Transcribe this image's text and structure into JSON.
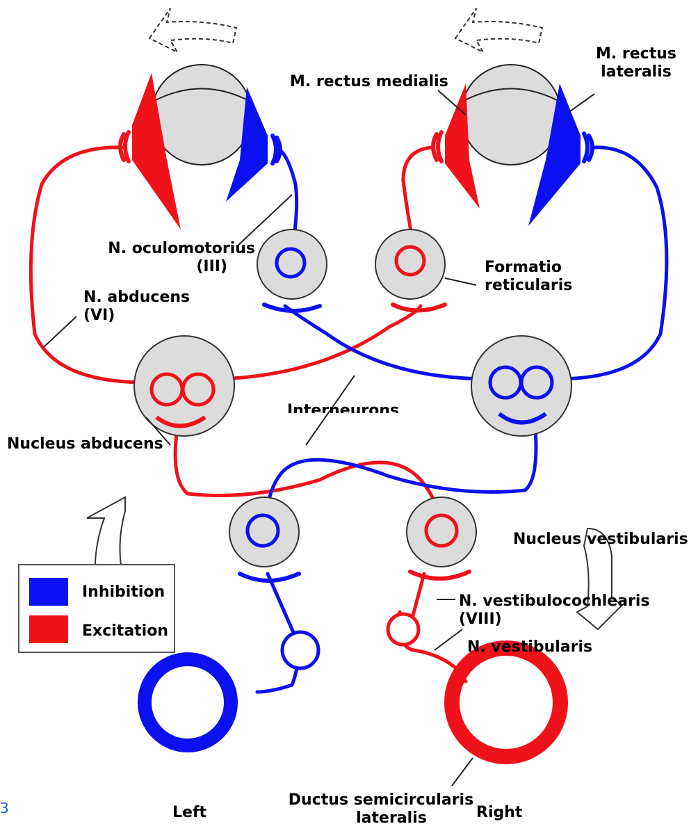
{
  "colors": {
    "inhibition": "#0a10f0",
    "excitation": "#f0121a",
    "nucleus_fill": "#dcdcdc",
    "stroke": "#222222"
  },
  "labels": {
    "rectus_medialis": "M. rectus medialis",
    "rectus_lateralis_1": "M. rectus",
    "rectus_lateralis_2": "lateralis",
    "oculomotorius_1": "N. oculomotorius",
    "oculomotorius_2": "(III)",
    "formatio_1": "Formatio",
    "formatio_2": "reticularis",
    "abducens_1": "N. abducens",
    "abducens_2": "(VI)",
    "interneurons": "Interneurons",
    "nucleus_abducens": "Nucleus abducens",
    "nucleus_vestibularis": "Nucleus vestibularis",
    "vestibulocochlearis_1": "N. vestibulocochlearis",
    "vestibulocochlearis_2": "(VIII)",
    "vestibularis": "N. vestibularis",
    "ductus_1": "Ductus semicircularis",
    "ductus_2": "lateralis",
    "left": "Left",
    "right": "Right"
  },
  "legend": {
    "inhibition": "Inhibition",
    "excitation": "Excitation"
  },
  "edge_mark": "3"
}
